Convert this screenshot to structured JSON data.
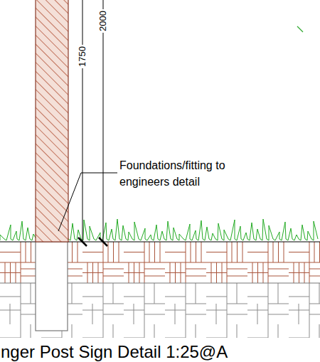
{
  "diagram": {
    "caption": "nger Post Sign Detail 1:25@A",
    "labels": [
      "1750",
      "2000",
      "Foundations/fitting to engineers detail"
    ]
  }
}
